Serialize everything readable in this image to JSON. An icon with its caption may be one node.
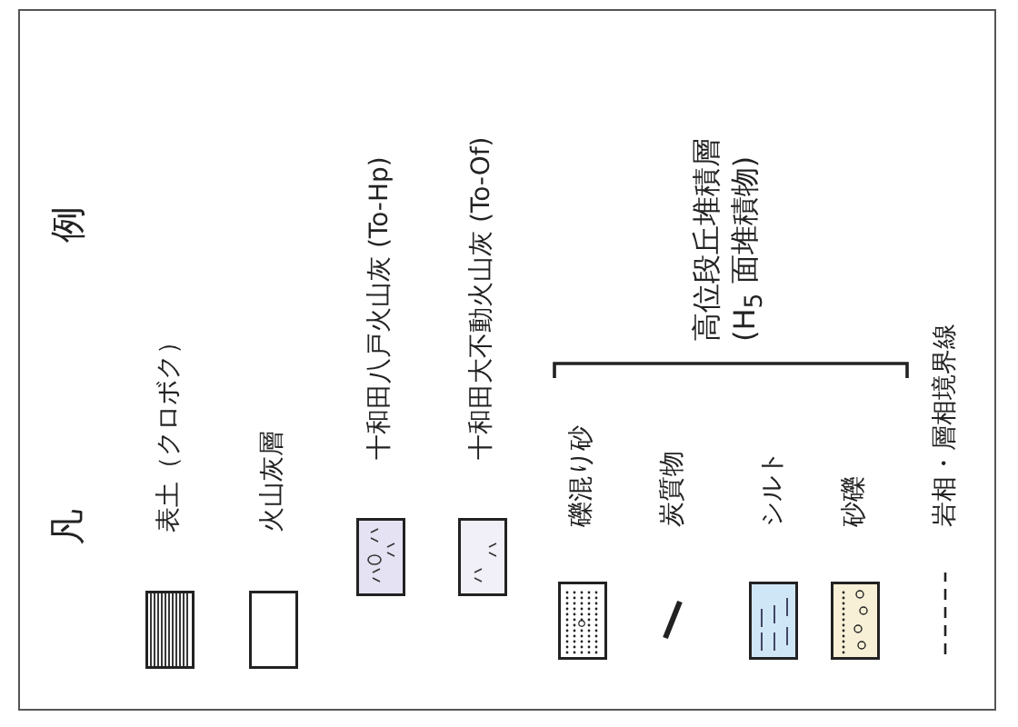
{
  "diagram": {
    "title": "凡 例",
    "labels": [
      "高位段丘堆積層",
      "(H$_{5}$ 面堆積物)"
    ],
    "legend": [
      {
        "text": "表土（クロボク）"
      },
      {
        "text": "火山灰層"
      },
      {
        "text": "十和田八戸火山灰 (To-Hp)"
      },
      {
        "text": "十和田大不動火山灰 (To-Of)"
      },
      {
        "text": "礫混り砂"
      },
      {
        "text": "炭質物"
      },
      {
        "text": "シルト"
      },
      {
        "text": "砂礫"
      },
      {
        "text": "岩相・層相境界線"
      }
    ]
  }
}
